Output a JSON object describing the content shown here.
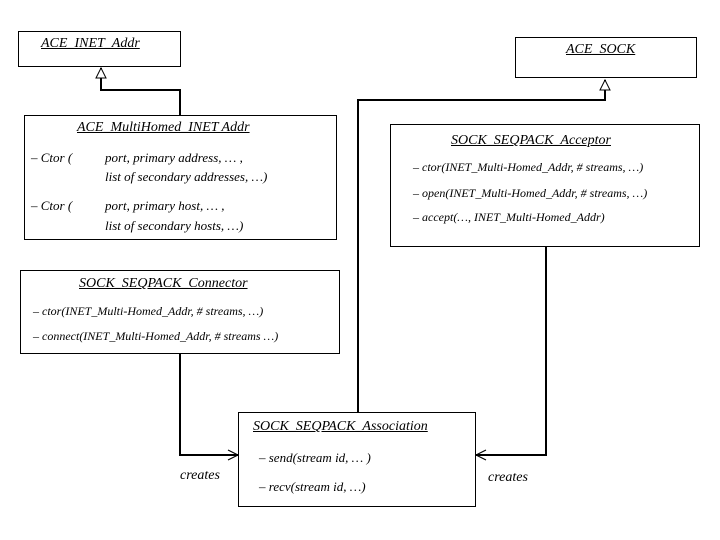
{
  "inet_addr": {
    "title": "ACE_INET_Addr"
  },
  "sock": {
    "title": "ACE_SOCK"
  },
  "multihomed": {
    "title": "ACE_MultiHomed_INET Addr",
    "ctor1": {
      "prefix": "– Ctor (",
      "line1": "port, primary address, … ,",
      "line2": "list of secondary addresses, …)"
    },
    "ctor2": {
      "prefix": "– Ctor (",
      "line1": "port, primary host, … ,",
      "line2": "list of secondary hosts, …)"
    }
  },
  "acceptor": {
    "title": "SOCK_SEQPACK_Acceptor",
    "methods": [
      "– ctor(INET_Multi-Homed_Addr, # streams, …)",
      "– open(INET_Multi-Homed_Addr, # streams, …)",
      "– accept(…, INET_Multi-Homed_Addr)"
    ]
  },
  "connector": {
    "title": "SOCK_SEQPACK_Connector",
    "methods": [
      "– ctor(INET_Multi-Homed_Addr, # streams, …)",
      "– connect(INET_Multi-Homed_Addr, # streams …)"
    ]
  },
  "association": {
    "title": "SOCK_SEQPACK_Association",
    "methods": [
      "– send(stream id, … )",
      "– recv(stream id, …)"
    ]
  },
  "labels": {
    "creates_left": "creates",
    "creates_right": "creates"
  }
}
